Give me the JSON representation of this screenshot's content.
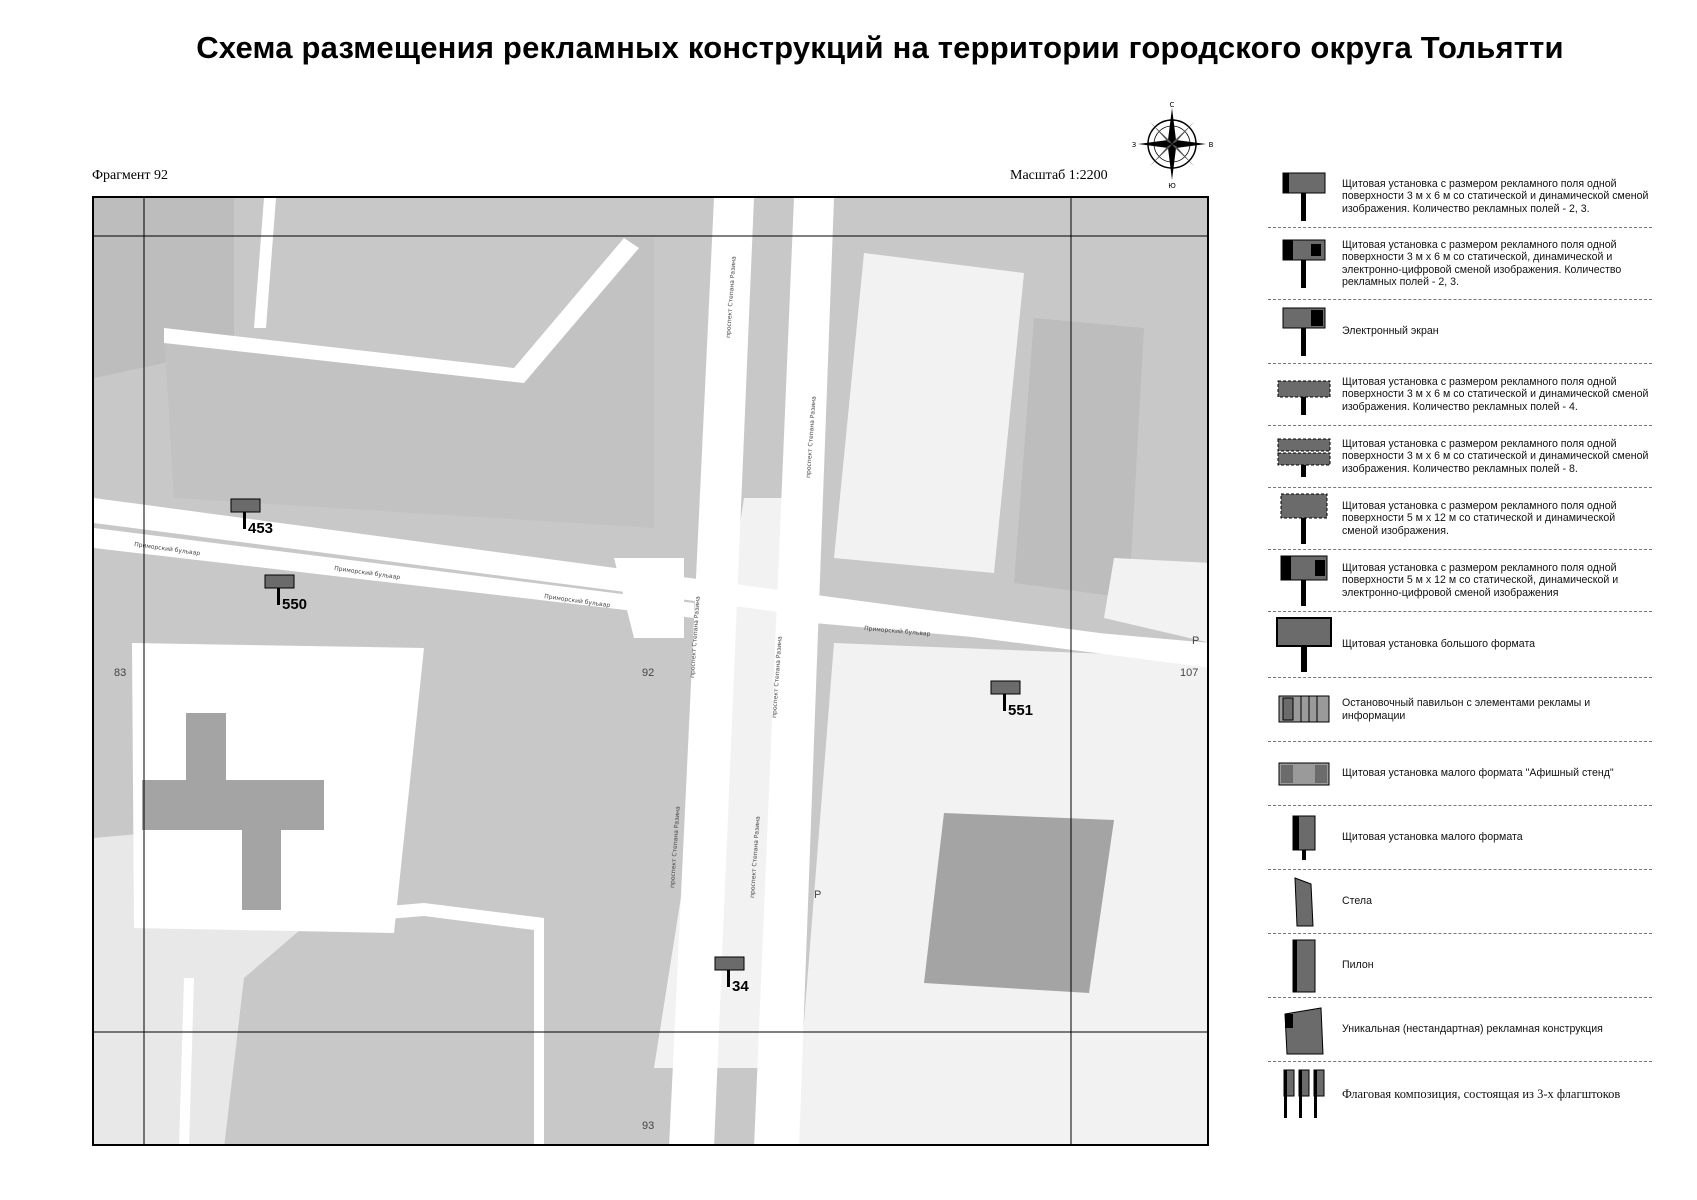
{
  "title": "Схема размещения рекламных конструкций на территории городского округа Тольятти",
  "fragment_label": "Фрагмент 92",
  "scale_label": "Масштаб 1:2200",
  "compass": {
    "n": "С",
    "s": "Ю",
    "e": "В",
    "w": "З"
  },
  "map": {
    "signs": [
      {
        "number": "453"
      },
      {
        "number": "550"
      },
      {
        "number": "551"
      },
      {
        "number": "34"
      }
    ],
    "house_numbers": [
      "83",
      "92",
      "93",
      "107"
    ],
    "street_labels": [
      "Приморский бульвар",
      "проспект Степана Разина"
    ],
    "parking_symbol": "Р",
    "colors": {
      "background": "#c8c8c8",
      "roads": "#ffffff",
      "buildings": "#9a9a9a",
      "sign": "#6b6b6b"
    }
  },
  "legend": [
    {
      "icon": "billboard-3x6-2-3-icon",
      "text": "Щитовая установка с размером рекламного поля одной поверхности 3 м х 6 м со статической и динамической сменой изображения. Количество рекламных полей - 2, 3."
    },
    {
      "icon": "billboard-3x6-digital-icon",
      "text": "Щитовая установка с размером рекламного поля одной поверхности 3 м х 6 м со статической, динамической и электронно-цифровой сменой изображения. Количество рекламных полей - 2, 3."
    },
    {
      "icon": "electronic-screen-icon",
      "text": "Электронный экран"
    },
    {
      "icon": "billboard-3x6-4-fields-icon",
      "text": "Щитовая установка с размером рекламного поля одной поверхности 3 м х 6 м со статической и динамической сменой изображения. Количество рекламных полей - 4."
    },
    {
      "icon": "billboard-3x6-8-fields-icon",
      "text": "Щитовая установка с размером рекламного поля одной поверхности 3 м х 6 м со статической и динамической сменой изображения. Количество рекламных полей - 8."
    },
    {
      "icon": "billboard-5x12-icon",
      "text": "Щитовая установка с размером рекламного поля одной поверхности 5 м х 12 м со статической и динамической сменой изображения."
    },
    {
      "icon": "billboard-5x12-digital-icon",
      "text": "Щитовая установка с размером рекламного поля одной поверхности 5 м х 12 м со статической, динамической и электронно-цифровой сменой изображения"
    },
    {
      "icon": "large-format-billboard-icon",
      "text": "Щитовая установка большого формата"
    },
    {
      "icon": "bus-stop-pavilion-icon",
      "text": "Остановочный павильон с элементами рекламы и информации"
    },
    {
      "icon": "poster-stand-icon",
      "text": "Щитовая установка малого формата \"Афишный стенд\""
    },
    {
      "icon": "small-format-billboard-icon",
      "text": "Щитовая установка малого формата"
    },
    {
      "icon": "stela-icon",
      "text": "Стела"
    },
    {
      "icon": "pylon-icon",
      "text": "Пилон"
    },
    {
      "icon": "unique-construction-icon",
      "text": "Уникальная (нестандартная) рекламная конструкция"
    },
    {
      "icon": "flag-composition-icon",
      "text": "Флаговая композиция, состоящая из 3-х флагштоков"
    }
  ]
}
